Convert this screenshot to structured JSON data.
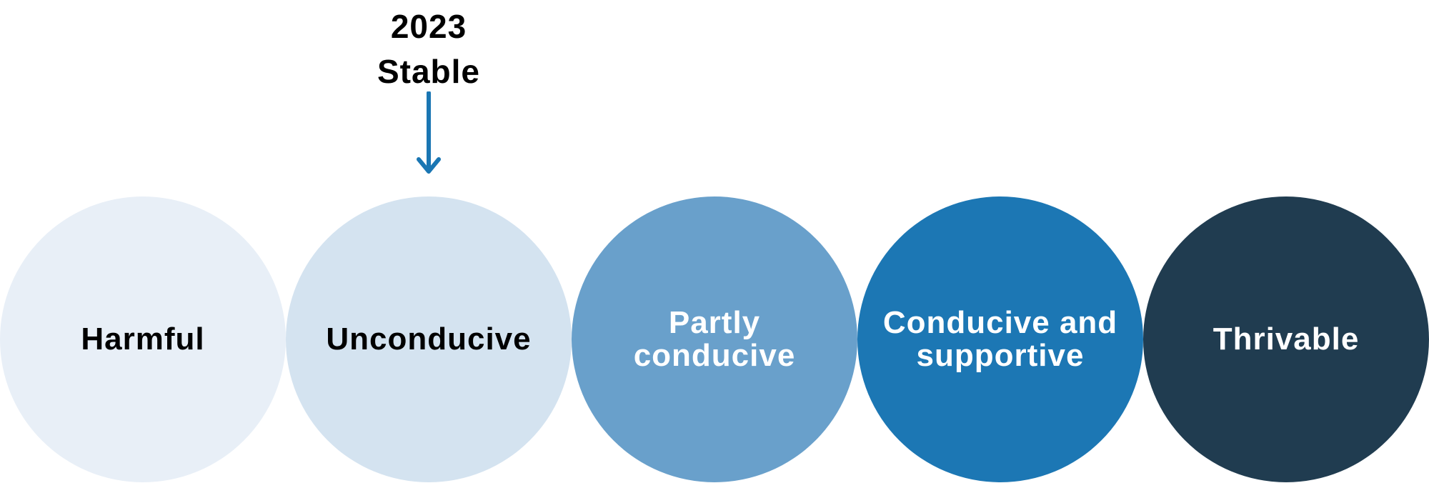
{
  "marker": {
    "year": "2023",
    "status": "Stable",
    "color": "#1a76b3"
  },
  "stages": [
    {
      "label": "Harmful",
      "fill": "#e8eff7",
      "text_color": "#000000"
    },
    {
      "label": "Unconducive",
      "fill": "#d4e3f0",
      "text_color": "#000000"
    },
    {
      "label": "Partly conducive",
      "fill": "#69a0cb",
      "text_color": "#ffffff"
    },
    {
      "label": "Conducive and supportive",
      "fill": "#1c77b4",
      "text_color": "#ffffff"
    },
    {
      "label": "Thrivable",
      "fill": "#203c50",
      "text_color": "#ffffff"
    }
  ]
}
